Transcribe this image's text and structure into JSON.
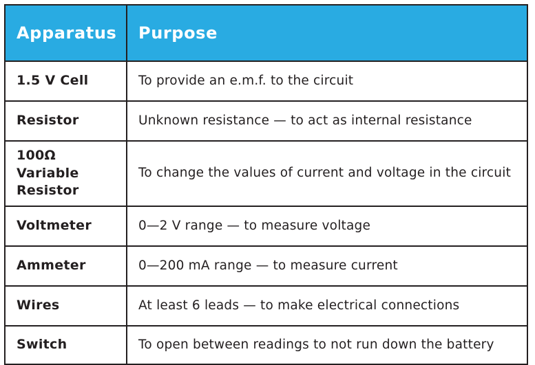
{
  "table": {
    "accent_color": "#29abe2",
    "border_color": "#231f20",
    "header_text_color": "#ffffff",
    "body_text_color": "#231f20",
    "columns": [
      {
        "key": "apparatus",
        "label": "Apparatus"
      },
      {
        "key": "purpose",
        "label": "Purpose"
      }
    ],
    "rows": [
      {
        "apparatus": "1.5 V Cell",
        "purpose": "To provide an e.m.f. to the circuit"
      },
      {
        "apparatus": "Resistor",
        "purpose": "Unknown resistance — to act as internal resistance"
      },
      {
        "apparatus": "100Ω Variable Resistor",
        "purpose": "To change the values of current and voltage in the circuit"
      },
      {
        "apparatus": "Voltmeter",
        "purpose": "0—2 V range — to measure voltage"
      },
      {
        "apparatus": "Ammeter",
        "purpose": "0—200 mA range — to measure current"
      },
      {
        "apparatus": "Wires",
        "purpose": "At least 6 leads — to make electrical connections"
      },
      {
        "apparatus": "Switch",
        "purpose": "To open between readings to not run down the battery"
      }
    ]
  }
}
